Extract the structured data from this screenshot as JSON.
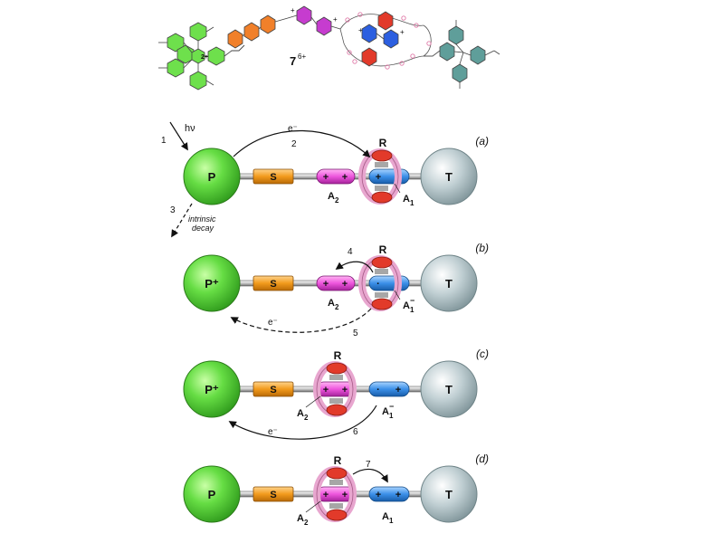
{
  "compound": {
    "number": "7",
    "charge": "6+"
  },
  "panels": [
    {
      "tag": "(a)",
      "p_label": "P",
      "s_label": "S",
      "a2_label": "A",
      "a2_sub": "2",
      "a1_label": "A",
      "a1_sub": "1",
      "a1_sup": "",
      "r_label": "R",
      "t_label": "T",
      "ring_position": "a1",
      "steps": {
        "hv": "hν",
        "s1": "1",
        "e": "e⁻",
        "s2": "2",
        "s3": "3",
        "decay1": "intrinsic",
        "decay2": "decay"
      }
    },
    {
      "tag": "(b)",
      "p_label": "P⁺",
      "s_label": "S",
      "a2_label": "A",
      "a2_sub": "2",
      "a1_label": "A",
      "a1_sub": "1",
      "a1_sup": "−",
      "r_label": "R",
      "t_label": "T",
      "ring_position": "a1",
      "steps": {
        "s4": "4",
        "e": "e⁻",
        "s5": "5"
      }
    },
    {
      "tag": "(c)",
      "p_label": "P⁺",
      "s_label": "S",
      "a2_label": "A",
      "a2_sub": "2",
      "a1_label": "A",
      "a1_sub": "1",
      "a1_sup": "−",
      "r_label": "R",
      "t_label": "T",
      "ring_position": "a2",
      "steps": {
        "e": "e⁻",
        "s6": "6"
      }
    },
    {
      "tag": "(d)",
      "p_label": "P",
      "s_label": "S",
      "a2_label": "A",
      "a2_sub": "2",
      "a1_label": "A",
      "a1_sub": "1",
      "a1_sup": "",
      "r_label": "R",
      "t_label": "T",
      "ring_position": "a2",
      "steps": {
        "s7": "7"
      }
    }
  ],
  "colors": {
    "porphyrin": "#66dd44",
    "spacer": "#f29a1c",
    "a2": "#ee55dd",
    "a1": "#3b8fe8",
    "ring": "#e8a6cf",
    "ring_red": "#e23a2a",
    "stopper": "#b8c8cc"
  }
}
